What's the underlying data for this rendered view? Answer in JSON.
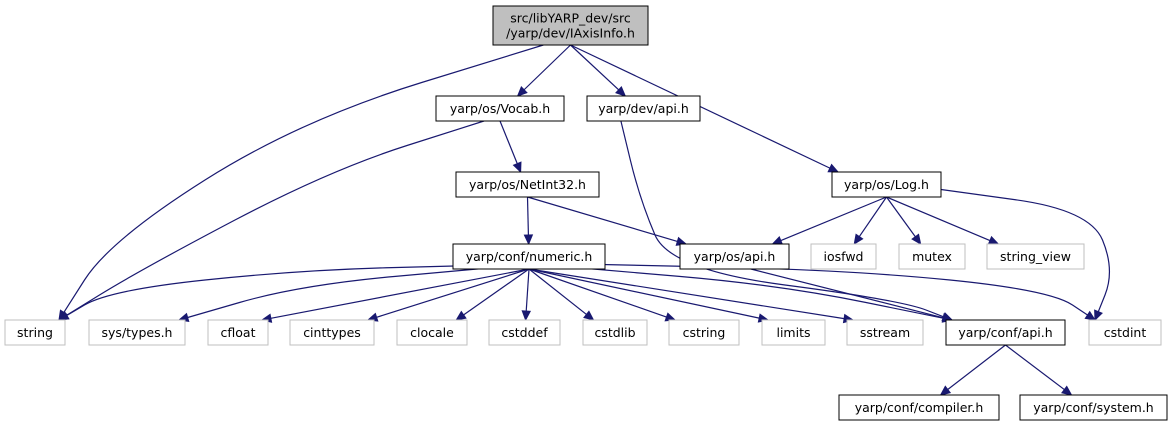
{
  "diagram": {
    "type": "include-dependency-graph",
    "colors": {
      "edge": "#191970",
      "root_fill": "#bfbfbf",
      "external_border": "#bfbfbf",
      "node_border": "#000000"
    },
    "nodes": [
      {
        "id": "root",
        "lines": [
          "src/libYARP_dev/src",
          "/yarp/dev/IAxisInfo.h"
        ],
        "kind": "root"
      },
      {
        "id": "vocab",
        "lines": [
          "yarp/os/Vocab.h"
        ],
        "kind": "file"
      },
      {
        "id": "devapi",
        "lines": [
          "yarp/dev/api.h"
        ],
        "kind": "file"
      },
      {
        "id": "log",
        "lines": [
          "yarp/os/Log.h"
        ],
        "kind": "file"
      },
      {
        "id": "netint32",
        "lines": [
          "yarp/os/NetInt32.h"
        ],
        "kind": "file"
      },
      {
        "id": "numeric",
        "lines": [
          "yarp/conf/numeric.h"
        ],
        "kind": "file"
      },
      {
        "id": "osapi",
        "lines": [
          "yarp/os/api.h"
        ],
        "kind": "file"
      },
      {
        "id": "iosfwd",
        "lines": [
          "iosfwd"
        ],
        "kind": "external"
      },
      {
        "id": "mutex",
        "lines": [
          "mutex"
        ],
        "kind": "external"
      },
      {
        "id": "string_view",
        "lines": [
          "string_view"
        ],
        "kind": "external"
      },
      {
        "id": "string",
        "lines": [
          "string"
        ],
        "kind": "external"
      },
      {
        "id": "systypes",
        "lines": [
          "sys/types.h"
        ],
        "kind": "external"
      },
      {
        "id": "cfloat",
        "lines": [
          "cfloat"
        ],
        "kind": "external"
      },
      {
        "id": "cinttypes",
        "lines": [
          "cinttypes"
        ],
        "kind": "external"
      },
      {
        "id": "clocale",
        "lines": [
          "clocale"
        ],
        "kind": "external"
      },
      {
        "id": "cstddef",
        "lines": [
          "cstddef"
        ],
        "kind": "external"
      },
      {
        "id": "cstdlib",
        "lines": [
          "cstdlib"
        ],
        "kind": "external"
      },
      {
        "id": "cstring",
        "lines": [
          "cstring"
        ],
        "kind": "external"
      },
      {
        "id": "limits",
        "lines": [
          "limits"
        ],
        "kind": "external"
      },
      {
        "id": "sstream",
        "lines": [
          "sstream"
        ],
        "kind": "external"
      },
      {
        "id": "confapi",
        "lines": [
          "yarp/conf/api.h"
        ],
        "kind": "file"
      },
      {
        "id": "cstdint",
        "lines": [
          "cstdint"
        ],
        "kind": "external"
      },
      {
        "id": "compiler",
        "lines": [
          "yarp/conf/compiler.h"
        ],
        "kind": "file"
      },
      {
        "id": "system",
        "lines": [
          "yarp/conf/system.h"
        ],
        "kind": "file"
      }
    ],
    "edges": [
      {
        "from": "root",
        "to": "string"
      },
      {
        "from": "root",
        "to": "vocab"
      },
      {
        "from": "root",
        "to": "devapi"
      },
      {
        "from": "root",
        "to": "log"
      },
      {
        "from": "vocab",
        "to": "string"
      },
      {
        "from": "vocab",
        "to": "netint32"
      },
      {
        "from": "devapi",
        "to": "confapi"
      },
      {
        "from": "netint32",
        "to": "numeric"
      },
      {
        "from": "netint32",
        "to": "osapi"
      },
      {
        "from": "log",
        "to": "osapi"
      },
      {
        "from": "log",
        "to": "iosfwd"
      },
      {
        "from": "log",
        "to": "mutex"
      },
      {
        "from": "log",
        "to": "string_view"
      },
      {
        "from": "log",
        "to": "cstdint"
      },
      {
        "from": "osapi",
        "to": "confapi"
      },
      {
        "from": "numeric",
        "to": "string"
      },
      {
        "from": "numeric",
        "to": "systypes"
      },
      {
        "from": "numeric",
        "to": "cfloat"
      },
      {
        "from": "numeric",
        "to": "cinttypes"
      },
      {
        "from": "numeric",
        "to": "clocale"
      },
      {
        "from": "numeric",
        "to": "cstddef"
      },
      {
        "from": "numeric",
        "to": "cstdlib"
      },
      {
        "from": "numeric",
        "to": "cstring"
      },
      {
        "from": "numeric",
        "to": "limits"
      },
      {
        "from": "numeric",
        "to": "sstream"
      },
      {
        "from": "numeric",
        "to": "confapi"
      },
      {
        "from": "numeric",
        "to": "cstdint"
      },
      {
        "from": "confapi",
        "to": "compiler"
      },
      {
        "from": "confapi",
        "to": "system"
      }
    ]
  }
}
